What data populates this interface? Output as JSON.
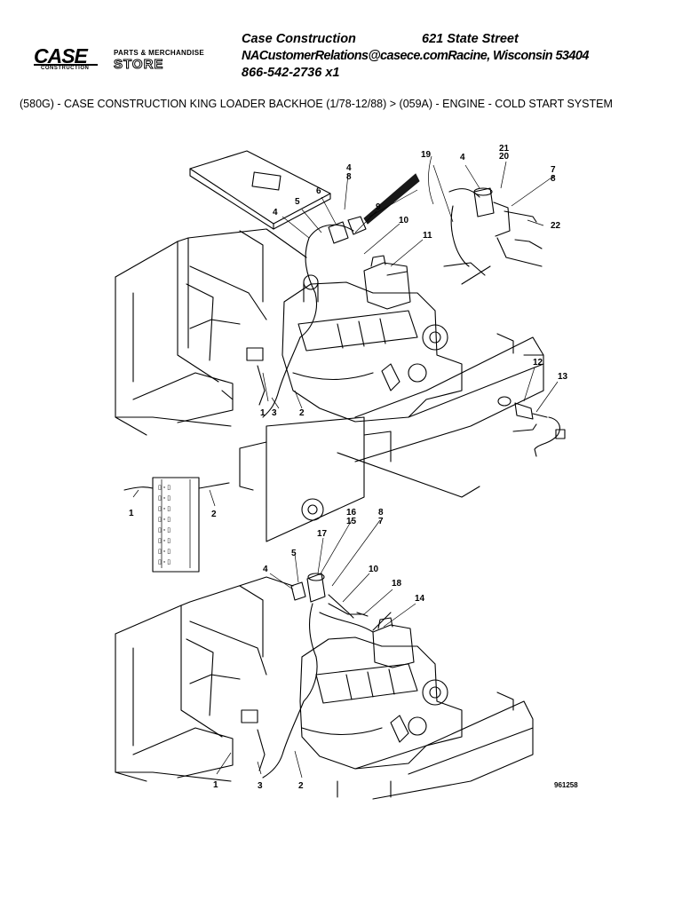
{
  "header": {
    "brand_logo": "CASE",
    "brand_logo_sub": "CONSTRUCTION",
    "store_logo_line1": "PARTS & MERCHANDISE",
    "store_logo_line2": "STORE",
    "company": "Case Construction",
    "address_street": "621 State Street",
    "email_city": "NACustomerRelations@casece.comRacine, Wisconsin 53404",
    "phone": "866-542-2736 x1"
  },
  "breadcrumb": "(580G) - CASE CONSTRUCTION KING LOADER BACKHOE (1/78-12/88) > (059A) - ENGINE - COLD START SYSTEM",
  "diagram": {
    "top_view_callouts": [
      "1",
      "2",
      "3",
      "4",
      "5",
      "6",
      "7",
      "8",
      "9",
      "10",
      "11",
      "12",
      "13",
      "19",
      "20",
      "21",
      "22",
      "7",
      "8",
      "4"
    ],
    "inset_callouts": [
      "1",
      "2"
    ],
    "bottom_view_callouts": [
      "16",
      "15",
      "8",
      "7",
      "17",
      "5",
      "4",
      "10",
      "18",
      "14",
      "1",
      "3",
      "2"
    ],
    "drawing_number": "961258"
  }
}
